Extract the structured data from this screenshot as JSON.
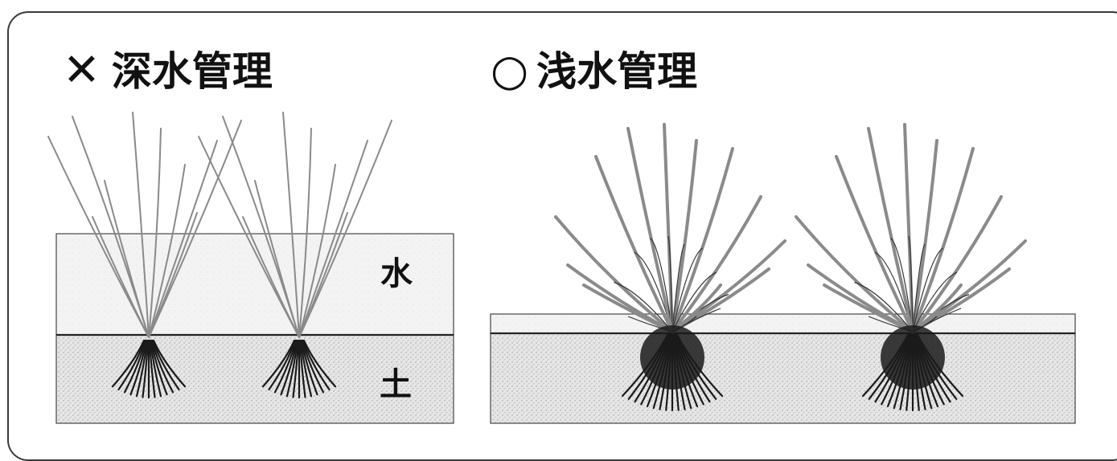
{
  "panels": {
    "deep": {
      "mark": "✕",
      "title": "深水管理"
    },
    "shallow": {
      "mark": "○",
      "title": "浅水管理"
    }
  },
  "labels": {
    "water": "水",
    "soil": "土"
  },
  "colors": {
    "frame": "#3a3a3a",
    "water": "#f1f1f1",
    "soil": "#e3e3e3",
    "leaf": "#8a8a8a",
    "root": "#1a1a1a"
  },
  "icons": {
    "deep_mark": "cross-icon",
    "shallow_mark": "circle-icon"
  }
}
